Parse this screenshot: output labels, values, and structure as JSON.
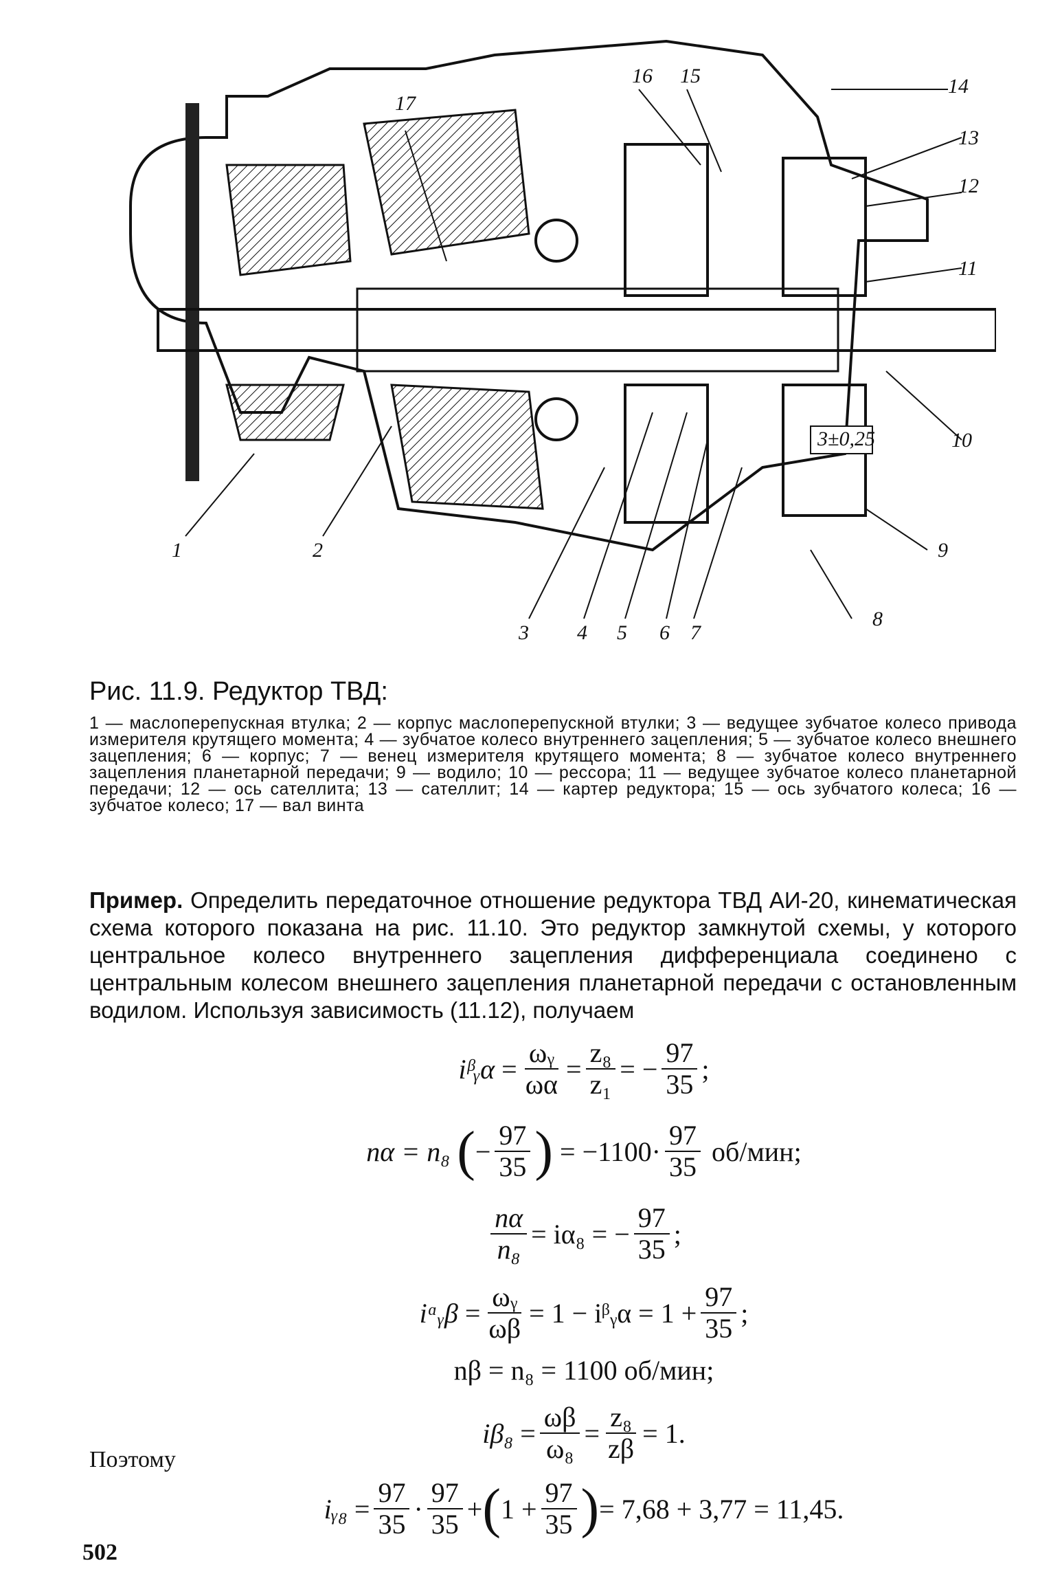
{
  "figure": {
    "callouts": [
      "1",
      "2",
      "3",
      "4",
      "5",
      "6",
      "7",
      "8",
      "9",
      "10",
      "11",
      "12",
      "13",
      "14",
      "15",
      "16",
      "17"
    ],
    "dimension_label": "3±0,25"
  },
  "caption": {
    "title": "Рис. 11.9. Редуктор ТВД:",
    "text": "1 — маслоперепускная втулка; 2 — корпус маслоперепускной втулки; 3 — ведущее зубчатое колесо привода измерителя крутящего момента; 4 — зубчатое колесо внутреннего зацепления; 5 — зубчатое колесо внешнего зацепления; 6 — корпус; 7 — венец измерителя крутящего момента; 8 — зубчатое колесо внутреннего зацепления планетарной передачи; 9 — водило; 10 — рессора; 11 — ведущее зубчатое колесо планетарной передачи; 12 — ось сателлита; 13 — сателлит; 14 — картер редуктора; 15 — ось зубчатого колеса; 16 — зубчатое колесо; 17 — вал винта"
  },
  "example": {
    "lead": "Пример.",
    "text": "Определить передаточное отношение редуктора ТВД АИ-20, кинематическая схема которого показана на рис. 11.10. Это редуктор замкнутой схемы, у которого центральное колесо внутреннего зацепления дифференциала соединено с центральным колесом внешнего зацепления планетарной передачи с остановленным водилом. Используя зависимость (11.12), получаем"
  },
  "formulas": {
    "f1": {
      "lhs": "iᵝᵧα",
      "a_num": "ωᵧ",
      "a_den": "ωα",
      "b_num": "z₈",
      "b_den": "z₁",
      "c_sign": "−",
      "c_num": "97",
      "c_den": "35",
      "end": ";"
    },
    "f2": {
      "lhs": "nα = n₈",
      "num": "97",
      "den": "35",
      "mid": "= −1100·",
      "num2": "97",
      "den2": "35",
      "unit": "об/мин;"
    },
    "f3": {
      "num": "nα",
      "den": "n₈",
      "mid": "= iα₈ = −",
      "num2": "97",
      "den2": "35",
      "end": ";"
    },
    "f4": {
      "lhs": "iᵅᵧβ",
      "num": "ωᵧ",
      "den": "ωβ",
      "mid": "= 1 − iᵝᵧα = 1 +",
      "num2": "97",
      "den2": "35",
      "end": ";"
    },
    "f5": {
      "text": "nβ = n₈ = 1100 об/мин;"
    },
    "f6": {
      "lhs": "iβ₈",
      "num": "ωβ",
      "den": "ω₈",
      "num2": "z₈",
      "den2": "zβ",
      "end": "= 1."
    },
    "f7": {
      "lhs": "iᵧ₈",
      "n1": "97",
      "d1": "35",
      "n2": "97",
      "d2": "35",
      "n3": "97",
      "d3": "35",
      "result": "= 7,68 + 3,77 = 11,45."
    }
  },
  "therefore": "Поэтому",
  "page_number": "502"
}
